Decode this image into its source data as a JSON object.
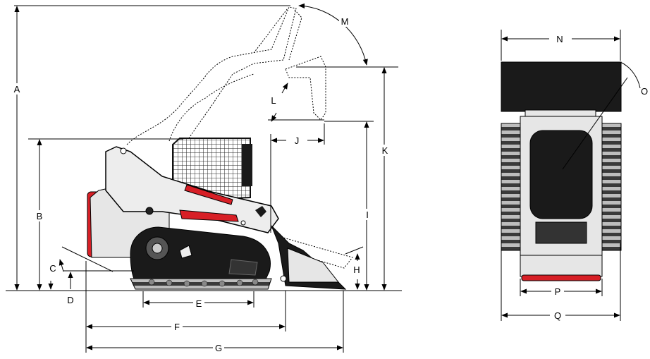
{
  "side_view": {
    "labels": {
      "A": "A",
      "B": "B",
      "C": "C",
      "D": "D",
      "E": "E",
      "F": "F",
      "G": "G",
      "H": "H",
      "I": "I",
      "J": "J",
      "K": "K",
      "L": "L",
      "M": "M"
    }
  },
  "top_view": {
    "labels": {
      "N": "N",
      "O": "O",
      "P": "P",
      "Q": "Q"
    }
  },
  "colors": {
    "body_red": "#d71f26",
    "dark": "#1a1a1a",
    "cab_gray": "#e6e6e6"
  }
}
